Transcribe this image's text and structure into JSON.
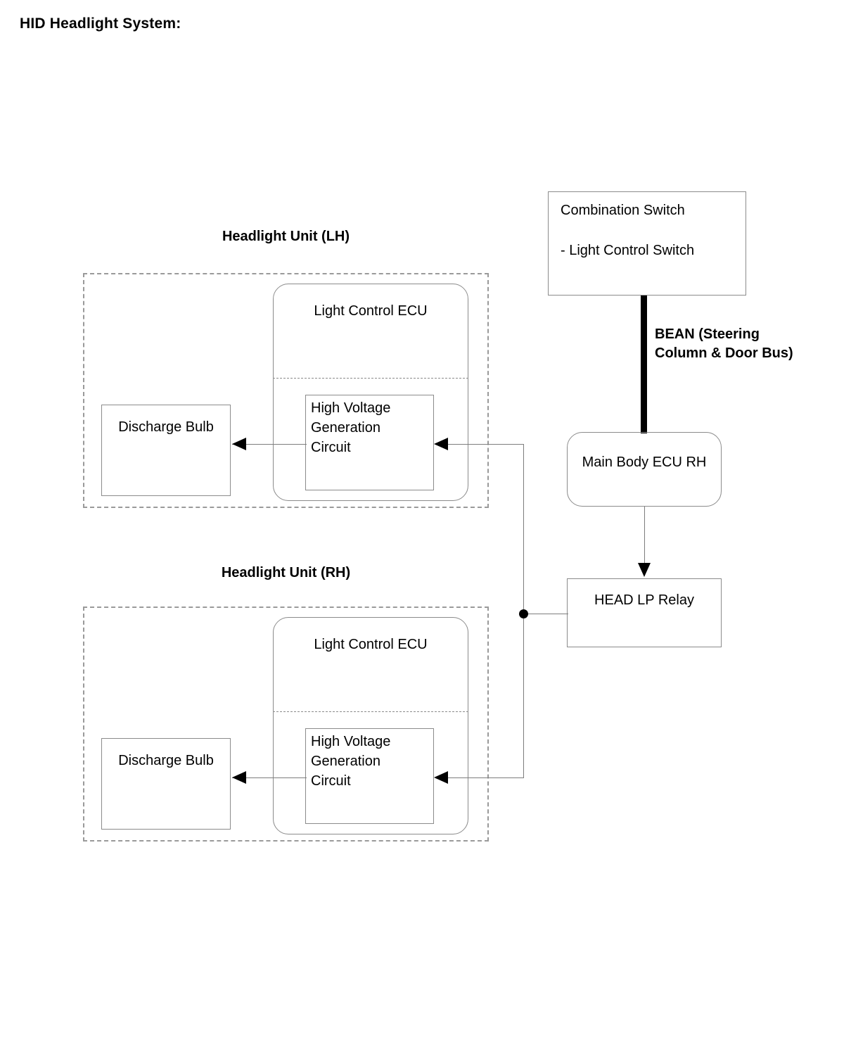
{
  "title": "HID Headlight System:",
  "diagram": {
    "type": "block-diagram",
    "units": [
      {
        "title": "Headlight Unit (LH)",
        "ecu_label": "Light Control ECU",
        "hv_label": "High Voltage\nGeneration\nCircuit",
        "bulb_label": "Discharge Bulb"
      },
      {
        "title": "Headlight Unit (RH)",
        "ecu_label": "Light Control ECU",
        "hv_label": "High Voltage\nGeneration\nCircuit",
        "bulb_label": "Discharge Bulb"
      }
    ],
    "combination_switch": {
      "line1": "Combination Switch",
      "line2": "- Light Control Switch"
    },
    "bean_bus_label": "BEAN (Steering\nColumn & Door Bus)",
    "main_body_ecu_label": "Main Body ECU RH",
    "head_lp_relay_label": "HEAD LP Relay",
    "colors": {
      "stroke": "#8b8b8b",
      "wire": "#7d7d7d",
      "bus": "#000000",
      "text": "#000000",
      "background": "#ffffff"
    }
  }
}
